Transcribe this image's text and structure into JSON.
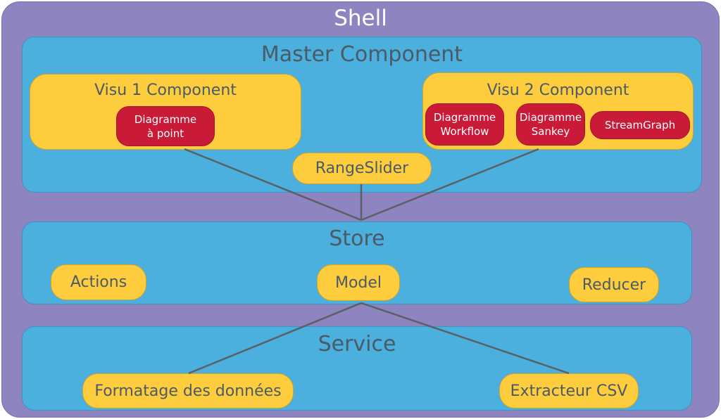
{
  "shell": {
    "title": "Shell"
  },
  "master": {
    "title": "Master Component",
    "visu1": {
      "title": "Visu 1 Component",
      "items": [
        "Diagramme\nà point"
      ]
    },
    "visu2": {
      "title": "Visu 2 Component",
      "items": [
        "Diagramme\nWorkflow",
        "Diagramme\nSankey",
        "StreamGraph"
      ]
    },
    "range_slider": "RangeSlider"
  },
  "store": {
    "title": "Store",
    "actions": "Actions",
    "model": "Model",
    "reducer": "Reducer"
  },
  "service": {
    "title": "Service",
    "formatage": "Formatage des données",
    "extracteur": "Extracteur CSV"
  },
  "colors": {
    "shell": "#8e84bf",
    "panel": "#4bb0de",
    "component": "#fdcd3e",
    "chart": "#c91a37",
    "text": "#4a5a66",
    "connector": "#596066"
  }
}
